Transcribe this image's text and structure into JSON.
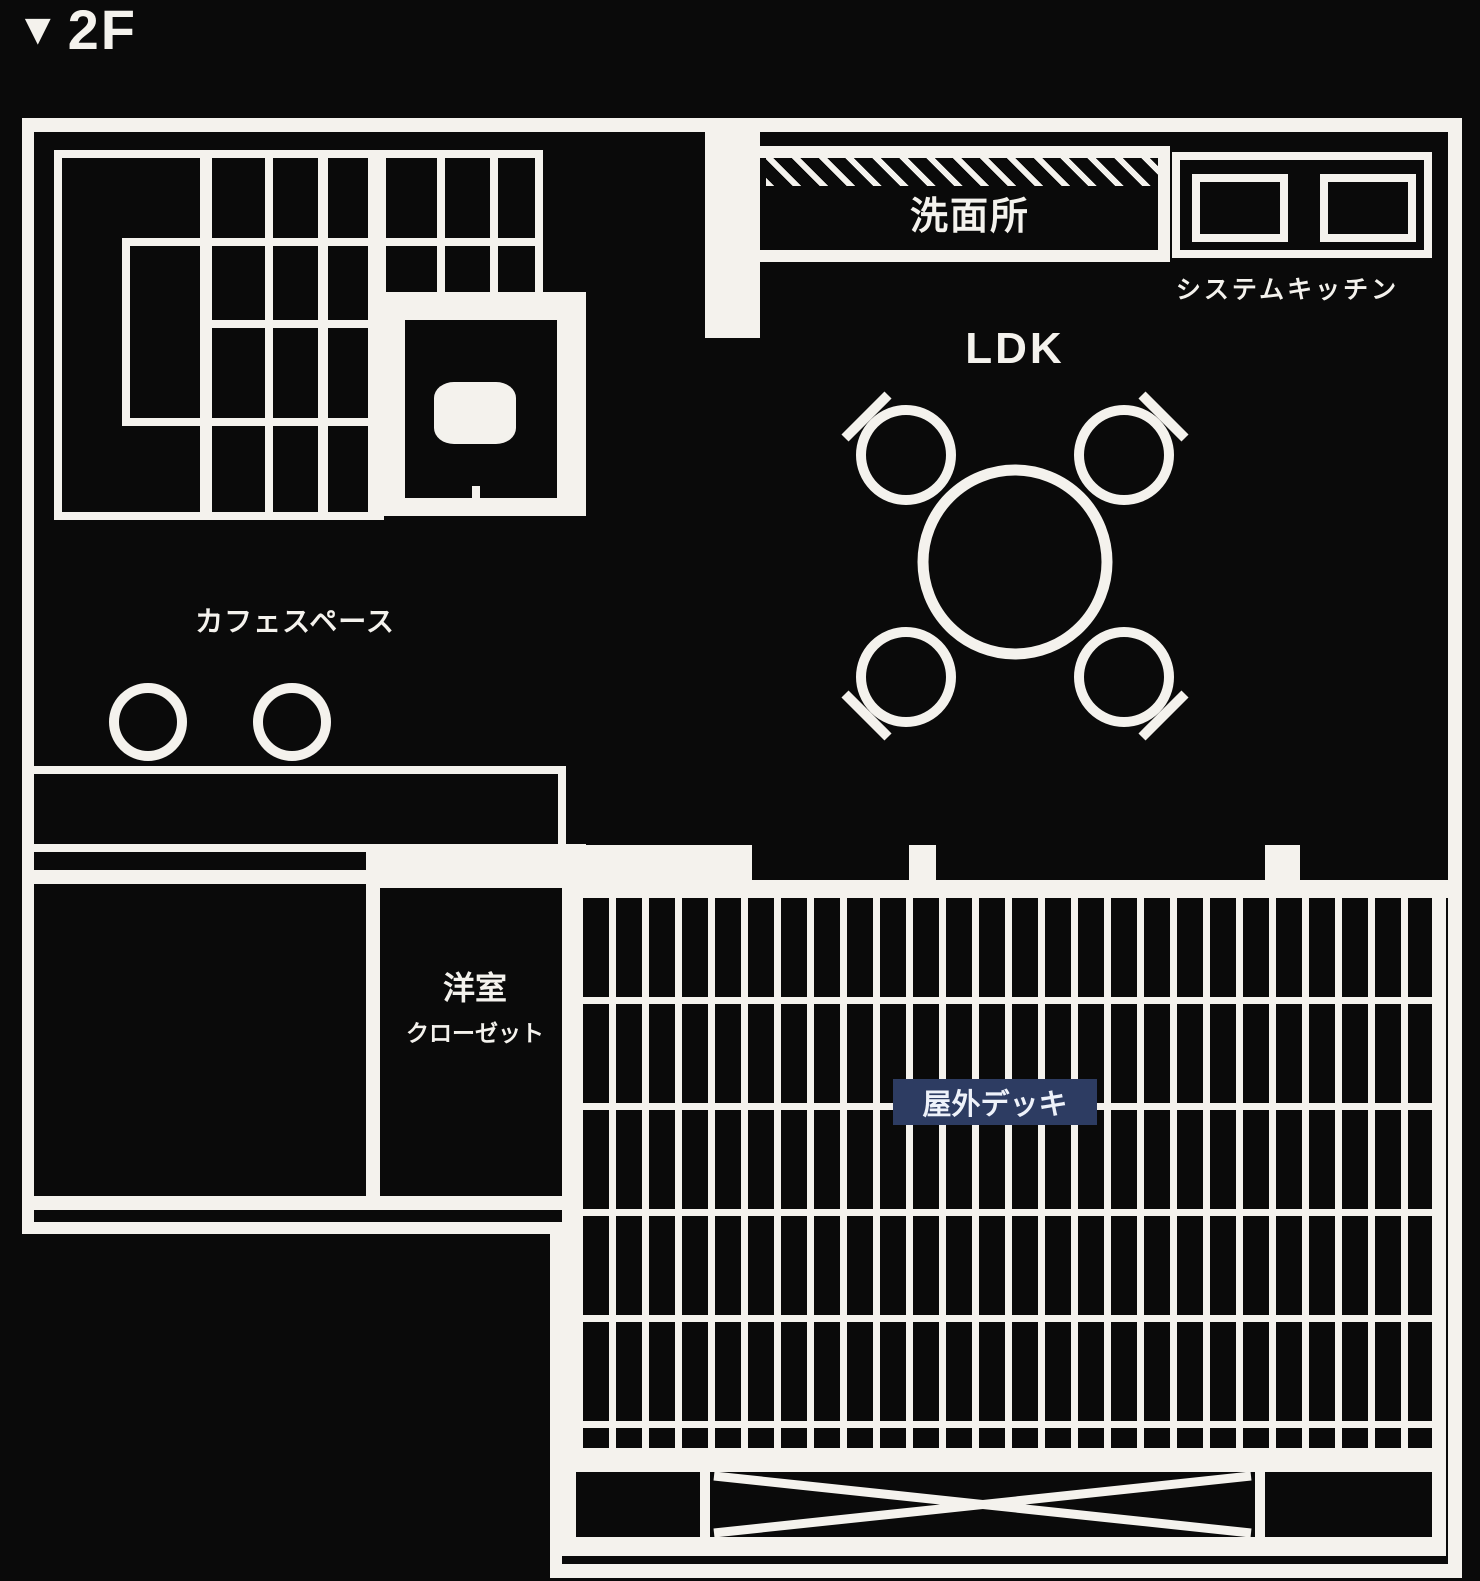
{
  "floor_indicator": {
    "marker": "▼",
    "label": "2F"
  },
  "labels": {
    "washroom": "洗面所",
    "system_kitchen": "システムキッチン",
    "ldk": "LDK",
    "cafe_space": "カフェスペース",
    "western_room_line1": "洋室",
    "western_room_line2": "クローゼット",
    "outdoor_deck": "屋外デッキ"
  },
  "icons": {
    "floor_marker": "down-triangle",
    "toilet": "toilet-plan-symbol",
    "kitchen_units": "sink-and-stove",
    "dining_table": "round-table",
    "chairs": "four-chairs",
    "stools": "two-counter-stools",
    "stair_brace": "x-cross"
  },
  "colors": {
    "background": "#0a0a0a",
    "line": "#f4f2ed",
    "deck_label_bg": "#2d3c62",
    "deck_label_text": "#eef2fa"
  }
}
